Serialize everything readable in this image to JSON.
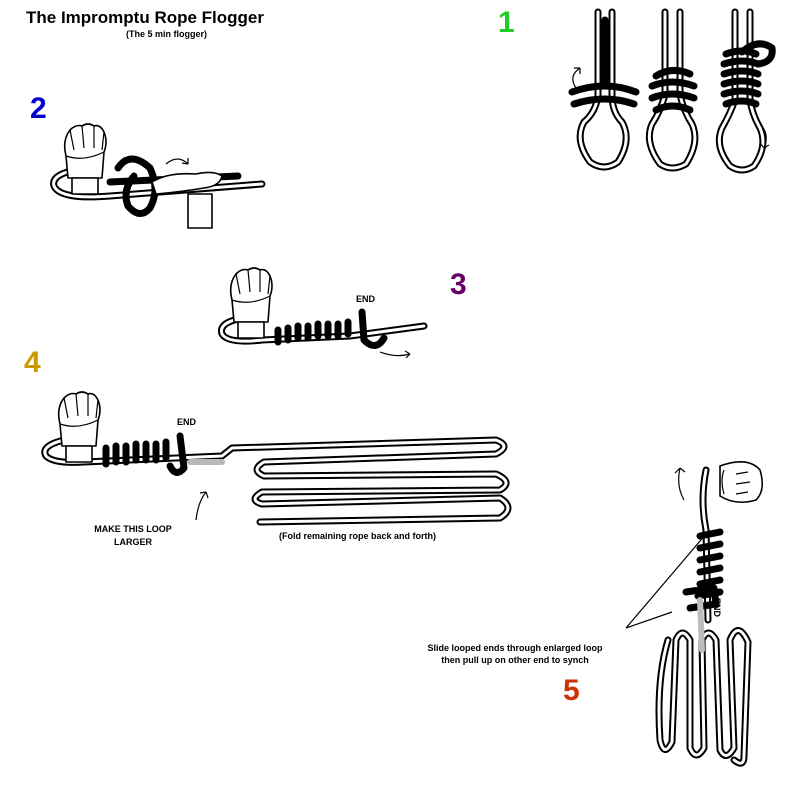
{
  "title": "The Impromptu Rope Flogger",
  "subtitle": "(The 5 min flogger)",
  "steps": [
    {
      "number": "1",
      "color": "#22cc22"
    },
    {
      "number": "2",
      "color": "#0000cc"
    },
    {
      "number": "3",
      "color": "#660066"
    },
    {
      "number": "4",
      "color": "#cc9900"
    },
    {
      "number": "5",
      "color": "#cc3300"
    }
  ],
  "labels": {
    "end_step3": "END",
    "end_step4": "END",
    "end_step5": "END",
    "make_loop_line1": "MAKE THIS LOOP",
    "make_loop_line2": "LARGER",
    "fold_note": "(Fold remaining rope back and forth)",
    "slide_line1": "Slide looped ends through enlarged loop",
    "slide_line2": "then pull up on other end to synch"
  }
}
